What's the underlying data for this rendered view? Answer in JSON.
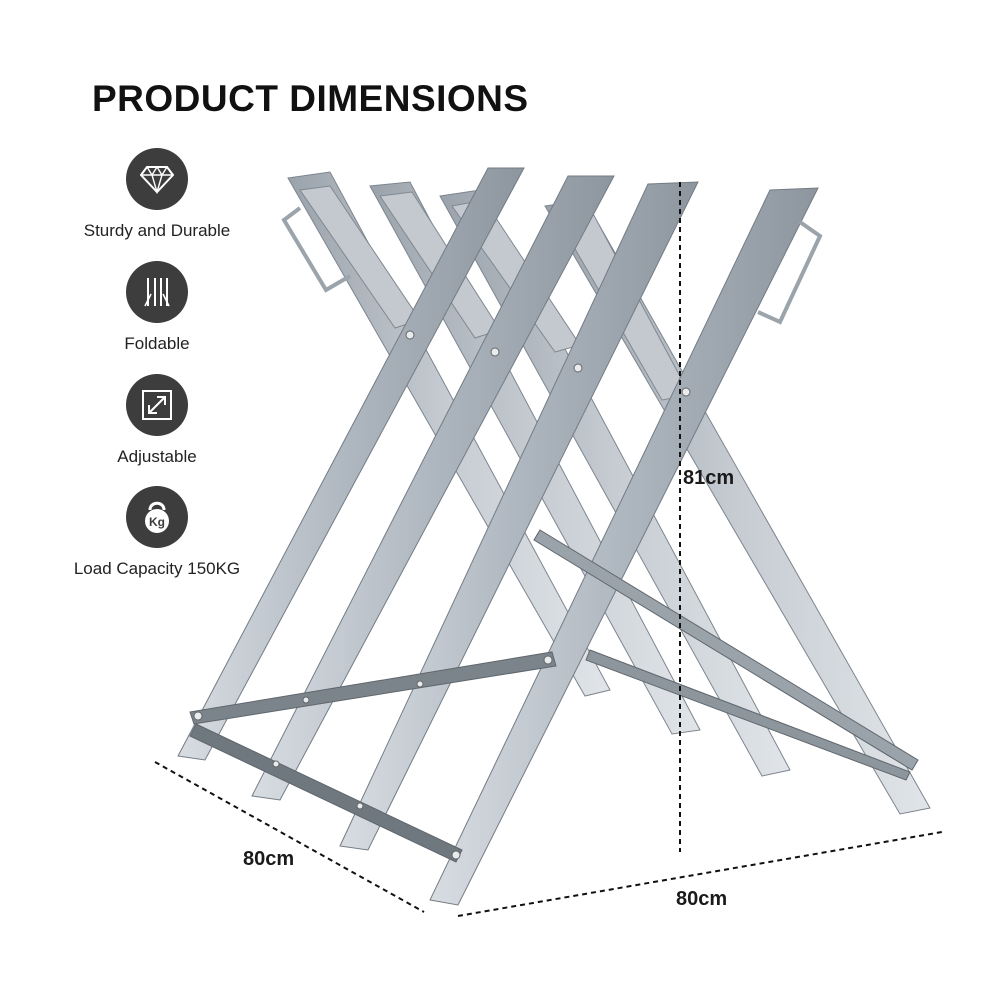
{
  "title": "PRODUCT DIMENSIONS",
  "features": [
    {
      "label": "Sturdy and Durable",
      "icon": "diamond-icon"
    },
    {
      "label": "Foldable",
      "icon": "fold-icon"
    },
    {
      "label": "Adjustable",
      "icon": "resize-arrow-icon"
    },
    {
      "label": "Load Capacity 150KG",
      "icon": "kettlebell-icon",
      "icon_text": "Kg"
    }
  ],
  "dimensions": {
    "height": "81cm",
    "depth": "80cm",
    "width": "80cm"
  },
  "colors": {
    "badge": "#3d3d3d",
    "metal": "#b9c0c8",
    "metal_dark": "#8c949d",
    "bar": "#6f767e"
  }
}
